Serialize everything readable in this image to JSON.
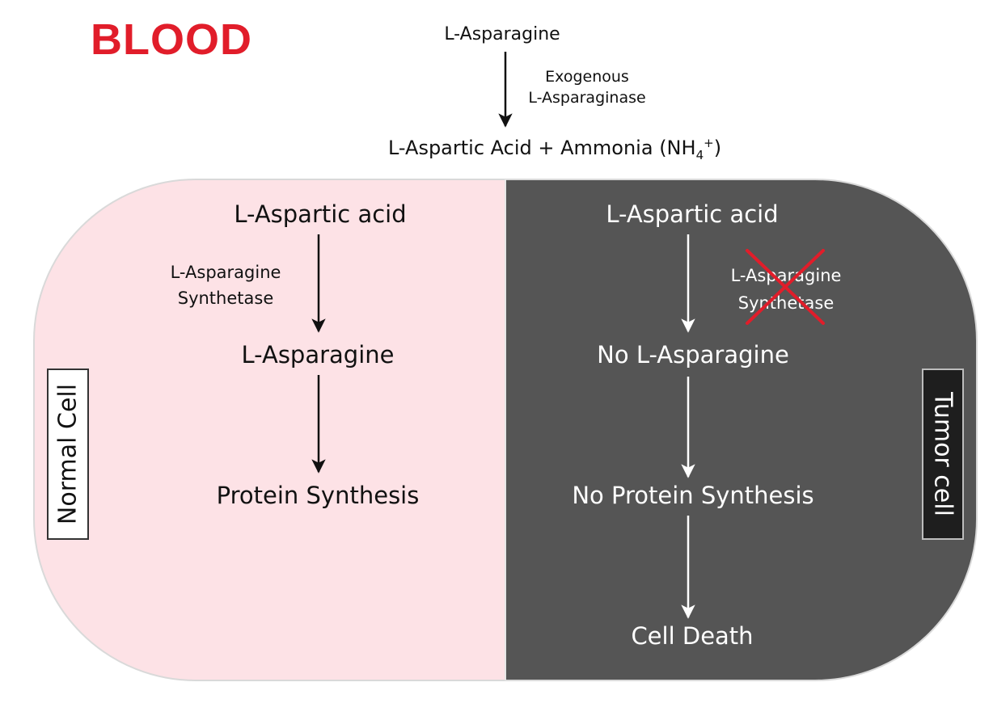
{
  "blood": {
    "title": "BLOOD",
    "substrate": "L-Asparagine",
    "enzyme_line1": "Exogenous",
    "enzyme_line2": "L-Asparaginase",
    "products_text": "L-Aspartic Acid + Ammonia (NH",
    "products_sub": "4",
    "products_sup": "+",
    "products_close": ")"
  },
  "normal_cell": {
    "label": "Normal Cell",
    "step1": "L-Aspartic acid",
    "enzyme_line1": "L-Asparagine",
    "enzyme_line2": "Synthetase",
    "step2": "L-Asparagine",
    "step3": "Protein Synthesis"
  },
  "tumor_cell": {
    "label": "Tumor cell",
    "step1": "L-Aspartic acid",
    "enzyme_line1": "L-Asparagine",
    "enzyme_line2": "Synthetase",
    "step2": "No L-Asparagine",
    "step3": "No Protein Synthesis",
    "step4": "Cell Death"
  },
  "colors": {
    "blood_title": "#e11d2a",
    "normal_fill": "#fde2e6",
    "tumor_fill": "#555555",
    "cross": "#e11d2a"
  },
  "icons": {
    "inhibition_mark": "red-x-cross"
  }
}
